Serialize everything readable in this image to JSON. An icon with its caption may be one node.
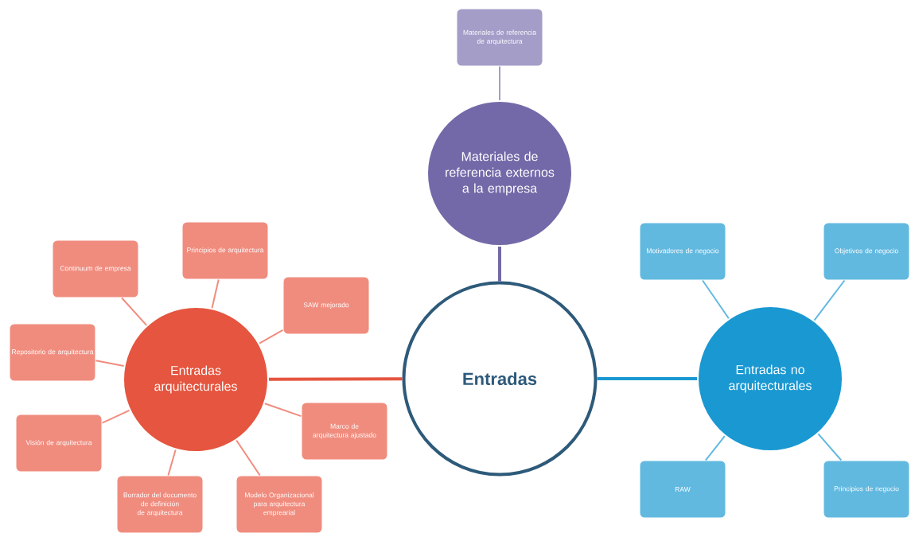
{
  "diagram": {
    "nodes": [
      {
        "text": [
          "Entradas"
        ]
      },
      {
        "text": [
          "Materiales de referencia externos a la empresa"
        ]
      },
      {
        "text": [
          "Materiales de referencia de arquitectura"
        ]
      },
      {
        "text": [
          "Entradas arquitecturales"
        ]
      },
      {
        "text": [
          "Continuum de empresa"
        ]
      },
      {
        "text": [
          "Principios de arquitectura"
        ]
      },
      {
        "text": [
          "SAW mejorado"
        ]
      },
      {
        "text": [
          "Repositorio de arquitectura"
        ]
      },
      {
        "text": [
          "Visión de arquitectura"
        ]
      },
      {
        "text": [
          "Marco de arquitectura ajustado"
        ]
      },
      {
        "text": [
          "Borrador del documento de definición de arquitectura"
        ]
      },
      {
        "text": [
          "Modelo Organizacional para arquitectura emprearial"
        ]
      },
      {
        "text": [
          "Entradas no arquitecturales"
        ]
      },
      {
        "text": [
          "Motivadores de negocio"
        ]
      },
      {
        "text": [
          "Objetivos de negocio"
        ]
      },
      {
        "text": [
          "RAW"
        ]
      },
      {
        "text": [
          "Principios de negocio"
        ]
      }
    ],
    "edges": [
      {
        "from": 0,
        "to": 1,
        "arrow": "none",
        "style": "thick",
        "color": "#7469a8"
      },
      {
        "from": 1,
        "to": 2,
        "arrow": "none",
        "color": "#a39dc8"
      },
      {
        "from": 0,
        "to": 3,
        "arrow": "none",
        "style": "thick",
        "color": "#e5553f"
      },
      {
        "from": 3,
        "to": 4,
        "arrow": "none"
      },
      {
        "from": 3,
        "to": 5,
        "arrow": "none"
      },
      {
        "from": 3,
        "to": 6,
        "arrow": "none"
      },
      {
        "from": 3,
        "to": 7,
        "arrow": "none"
      },
      {
        "from": 3,
        "to": 8,
        "arrow": "none"
      },
      {
        "from": 3,
        "to": 9,
        "arrow": "none"
      },
      {
        "from": 3,
        "to": 10,
        "arrow": "none"
      },
      {
        "from": 3,
        "to": 11,
        "arrow": "none"
      },
      {
        "from": 0,
        "to": 12,
        "arrow": "none",
        "style": "thick",
        "color": "#1a98d2"
      },
      {
        "from": 12,
        "to": 13,
        "arrow": "none",
        "color": "#62b9e0"
      },
      {
        "from": 12,
        "to": 14,
        "arrow": "none",
        "color": "#62b9e0"
      },
      {
        "from": 12,
        "to": 15,
        "arrow": "none",
        "color": "#62b9e0"
      },
      {
        "from": 12,
        "to": 16,
        "arrow": "none",
        "color": "#62b9e0"
      }
    ]
  }
}
